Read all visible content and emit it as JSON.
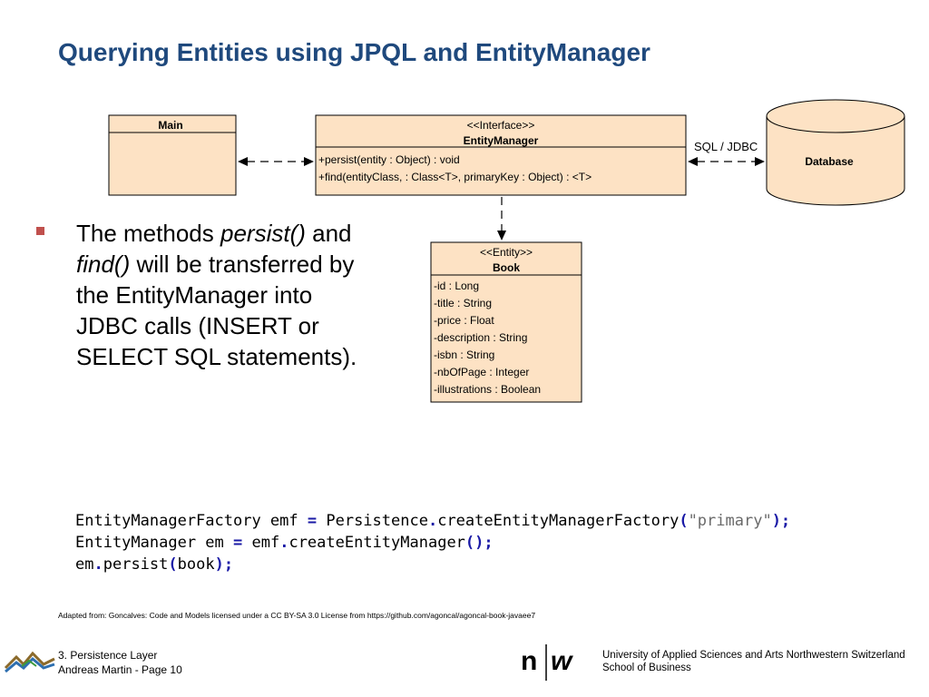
{
  "slide": {
    "title": "Querying Entities using JPQL and EntityManager"
  },
  "diagram": {
    "main_box": {
      "name": "Main"
    },
    "entity_manager": {
      "stereotype": "<<Interface>>",
      "name": "EntityManager",
      "methods": [
        "+persist(entity : Object) : void",
        "+find(entityClass, : Class<T>, primaryKey : Object) : <T>"
      ]
    },
    "link_label": "SQL / JDBC",
    "database": {
      "name": "Database"
    },
    "book": {
      "stereotype": "<<Entity>>",
      "name": "Book",
      "attributes": [
        "-id : Long",
        "-title : String",
        "-price : Float",
        "-description : String",
        "-isbn : String",
        "-nbOfPage : Integer",
        "-illustrations : Boolean"
      ]
    },
    "colors": {
      "box_fill": "#fde2c4",
      "box_stroke": "#000000"
    }
  },
  "bullet": {
    "part1": "The methods ",
    "persist": "persist()",
    "part2": " and ",
    "find": "find()",
    "part3": " will be transferred by the EntityManager into JDBC calls (INSERT or SELECT SQL statements)."
  },
  "code": {
    "l1_a": "EntityManagerFactory emf ",
    "l1_eq": "=",
    "l1_b": " Persistence",
    "l1_dot": ".",
    "l1_c": "createEntityManagerFactory",
    "l1_op": "(",
    "l1_str": "\"primary\"",
    "l1_end": ");",
    "l2_a": "EntityManager em ",
    "l2_eq": "=",
    "l2_b": " emf",
    "l2_dot": ".",
    "l2_c": "createEntityManager",
    "l2_end": "();",
    "l3_a": "em",
    "l3_dot": ".",
    "l3_b": "persist",
    "l3_op": "(",
    "l3_c": "book",
    "l3_end": ");"
  },
  "credit": "Adapted from: Goncalves: Code and Models licensed under a CC BY-SA 3.0 License from https://github.com/agoncal/agoncal-book-javaee7",
  "footer": {
    "chapter": "3. Persistence Layer",
    "author_page": "Andreas Martin - Page 10",
    "logo_text": "n|w",
    "univ_line1": "University of Applied Sciences and Arts Northwestern Switzerland",
    "univ_line2": "School of Business"
  }
}
